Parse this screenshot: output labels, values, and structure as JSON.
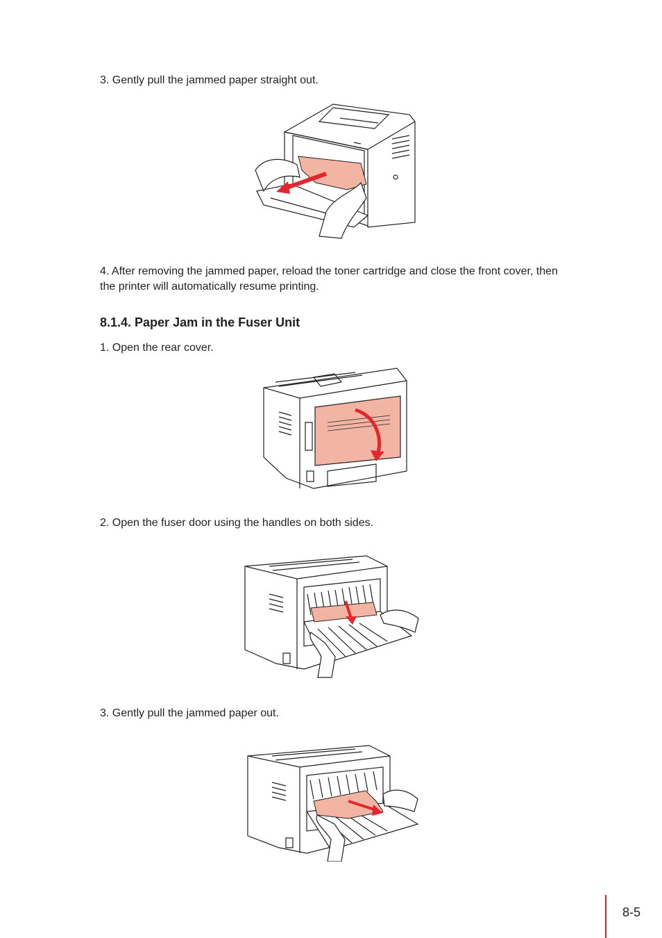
{
  "steps": {
    "pull_straight": "3. Gently pull the jammed paper straight out.",
    "after_removing_line1": "4. After removing the jammed paper, reload the toner cartridge and close the front cover, then",
    "after_removing_line2": "the printer will automatically resume printing.",
    "section_heading": "8.1.4. Paper Jam in the Fuser Unit",
    "open_rear": "1. Open the rear cover.",
    "open_fuser": "2. Open the fuser door using the handles on both sides.",
    "pull_out": "3. Gently pull the jammed paper out."
  },
  "figures": {
    "front_pull": "printer-front-pull-illustration",
    "rear_cover": "printer-rear-cover-illustration",
    "fuser_door": "printer-fuser-door-illustration",
    "fuser_pull": "printer-fuser-pull-illustration"
  },
  "colors": {
    "paper": "#f3b5a3",
    "arrow": "#e4262f",
    "accent_bar": "#c8202f"
  },
  "footer": {
    "page_number": "8-5"
  }
}
